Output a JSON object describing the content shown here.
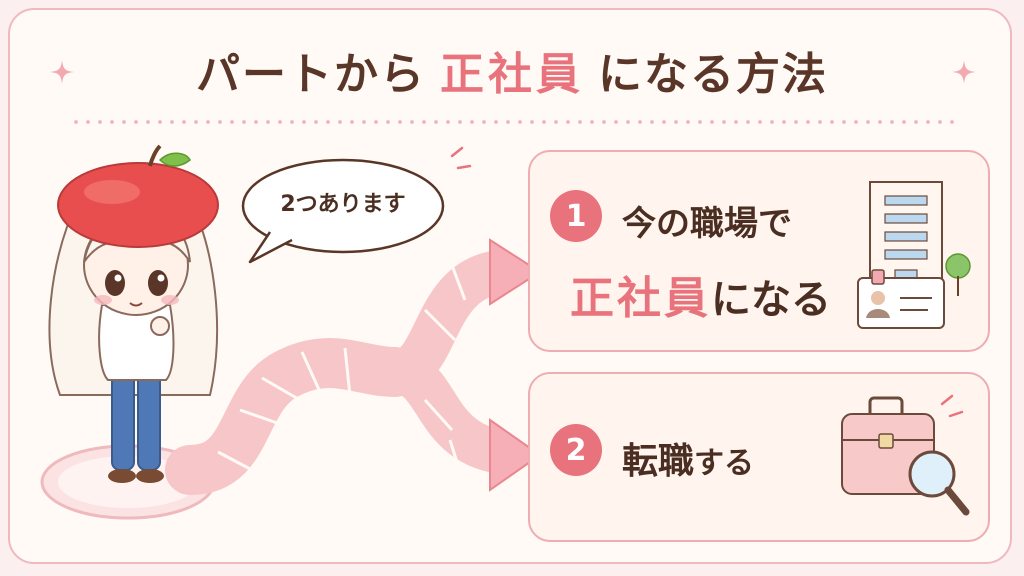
{
  "title": {
    "prefix": "パートから",
    "highlight": "正社員",
    "suffix": "になる方法"
  },
  "speech_bubble": {
    "text": "2つあります"
  },
  "options": [
    {
      "number": "1",
      "line1": "今の職場で",
      "line2_highlight": "正社員",
      "line2_rest": "になる",
      "icon": "office-building-and-id-card-icon"
    },
    {
      "number": "2",
      "line1_main": "転職",
      "line1_rest": "する",
      "icon": "briefcase-with-magnifier-icon"
    }
  ],
  "colors": {
    "accent": "#e9737c",
    "text": "#4b2e22",
    "card_border": "#eeadb2",
    "background": "#fffaf5"
  }
}
